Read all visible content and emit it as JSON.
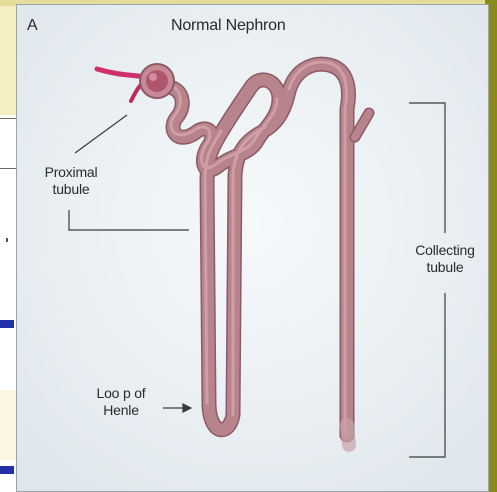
{
  "figure": {
    "panel_letter": "A",
    "title": "Normal Nephron",
    "labels": {
      "proximal_line1": "Proximal",
      "proximal_line2": "tubule",
      "collecting_line1": "Collecting",
      "collecting_line2": "tubule",
      "loop_line1": "Loo p of",
      "loop_line2": "Henle"
    }
  },
  "colors": {
    "background_panel": "#e7eef2",
    "tubule": "#b8848c",
    "tubule_dark": "#8c5a64",
    "vessel": "#d0306a",
    "slide_yellow": "#f3efc2",
    "slide_olive": "#8a8a1c",
    "accent_blue": "#2430a8"
  }
}
